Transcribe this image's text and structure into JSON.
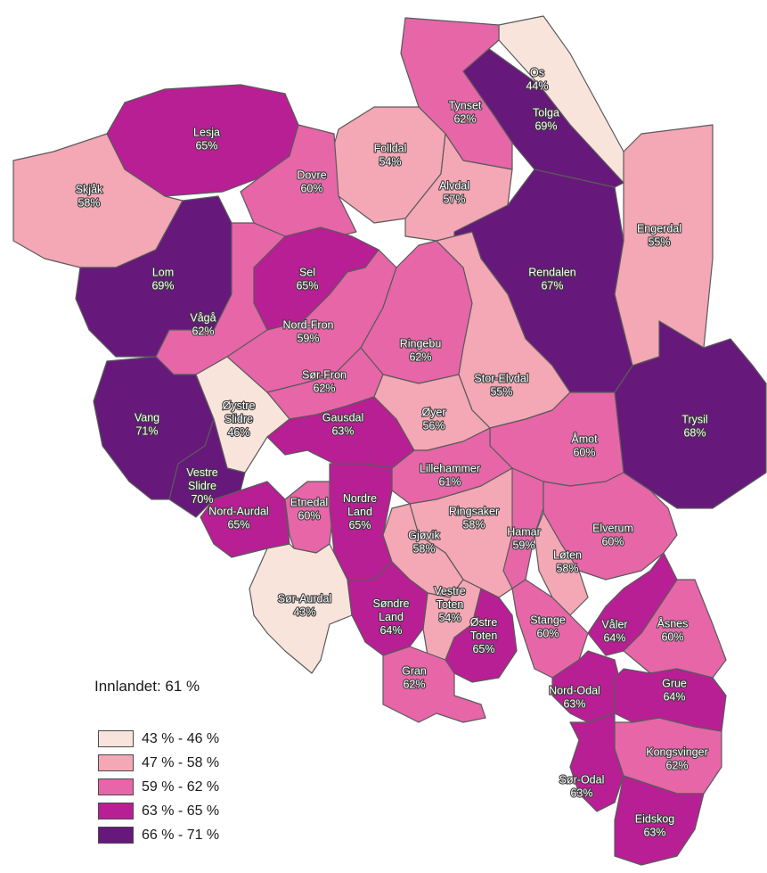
{
  "summary": "Innlandet: 61 %",
  "classes": [
    {
      "label": "43 % - 46 %",
      "color": "#f9e4db"
    },
    {
      "label": "47 % - 58 %",
      "color": "#f4a7b4"
    },
    {
      "label": "59 % - 62 %",
      "color": "#e666a8"
    },
    {
      "label": "63 % - 65 %",
      "color": "#b81f94"
    },
    {
      "label": "66 % - 71 %",
      "color": "#66197a"
    }
  ],
  "municipalities": [
    {
      "name": "Os",
      "value": "44%",
      "cls": 0
    },
    {
      "name": "Tolga",
      "value": "69%",
      "cls": 4
    },
    {
      "name": "Tynset",
      "value": "62%",
      "cls": 2
    },
    {
      "name": "Lesja",
      "value": "65%",
      "cls": 3
    },
    {
      "name": "Folldal",
      "value": "54%",
      "cls": 1
    },
    {
      "name": "Skjåk",
      "value": "58%",
      "cls": 1
    },
    {
      "name": "Dovre",
      "value": "60%",
      "cls": 2
    },
    {
      "name": "Alvdal",
      "value": "57%",
      "cls": 1
    },
    {
      "name": "Engerdal",
      "value": "55%",
      "cls": 1
    },
    {
      "name": "Lom",
      "value": "69%",
      "cls": 4
    },
    {
      "name": "Sel",
      "value": "65%",
      "cls": 3
    },
    {
      "name": "Rendalen",
      "value": "67%",
      "cls": 4
    },
    {
      "name": "Vågå",
      "value": "62%",
      "cls": 2
    },
    {
      "name": "Nord-Fron",
      "value": "59%",
      "cls": 2
    },
    {
      "name": "Ringebu",
      "value": "62%",
      "cls": 2
    },
    {
      "name": "Sør-Fron",
      "value": "62%",
      "cls": 2
    },
    {
      "name": "Stor-Elvdal",
      "value": "55%",
      "cls": 1
    },
    {
      "name": "Vang",
      "value": "71%",
      "cls": 4
    },
    {
      "name": "Øystre Slidre",
      "value": "46%",
      "cls": 0
    },
    {
      "name": "Gausdal",
      "value": "63%",
      "cls": 3
    },
    {
      "name": "Øyer",
      "value": "56%",
      "cls": 1
    },
    {
      "name": "Trysil",
      "value": "68%",
      "cls": 4
    },
    {
      "name": "Åmot",
      "value": "60%",
      "cls": 2
    },
    {
      "name": "Lillehammer",
      "value": "61%",
      "cls": 2
    },
    {
      "name": "Vestre Slidre",
      "value": "70%",
      "cls": 4
    },
    {
      "name": "Nord-Aurdal",
      "value": "65%",
      "cls": 3
    },
    {
      "name": "Etnedal",
      "value": "60%",
      "cls": 2
    },
    {
      "name": "Nordre Land",
      "value": "65%",
      "cls": 3
    },
    {
      "name": "Ringsaker",
      "value": "58%",
      "cls": 1
    },
    {
      "name": "Gjøvik",
      "value": "58%",
      "cls": 1
    },
    {
      "name": "Hamar",
      "value": "59%",
      "cls": 2
    },
    {
      "name": "Elverum",
      "value": "60%",
      "cls": 2
    },
    {
      "name": "Løten",
      "value": "58%",
      "cls": 1
    },
    {
      "name": "Sør-Aurdal",
      "value": "43%",
      "cls": 0
    },
    {
      "name": "Vestre Toten",
      "value": "54%",
      "cls": 1
    },
    {
      "name": "Søndre Land",
      "value": "64%",
      "cls": 3
    },
    {
      "name": "Stange",
      "value": "60%",
      "cls": 2
    },
    {
      "name": "Våler",
      "value": "64%",
      "cls": 3
    },
    {
      "name": "Åsnes",
      "value": "60%",
      "cls": 2
    },
    {
      "name": "Østre Toten",
      "value": "65%",
      "cls": 3
    },
    {
      "name": "Gran",
      "value": "62%",
      "cls": 2
    },
    {
      "name": "Nord-Odal",
      "value": "63%",
      "cls": 3
    },
    {
      "name": "Grue",
      "value": "64%",
      "cls": 3
    },
    {
      "name": "Kongsvinger",
      "value": "62%",
      "cls": 2
    },
    {
      "name": "Sør-Odal",
      "value": "63%",
      "cls": 3
    },
    {
      "name": "Eidskog",
      "value": "63%",
      "cls": 3
    }
  ]
}
